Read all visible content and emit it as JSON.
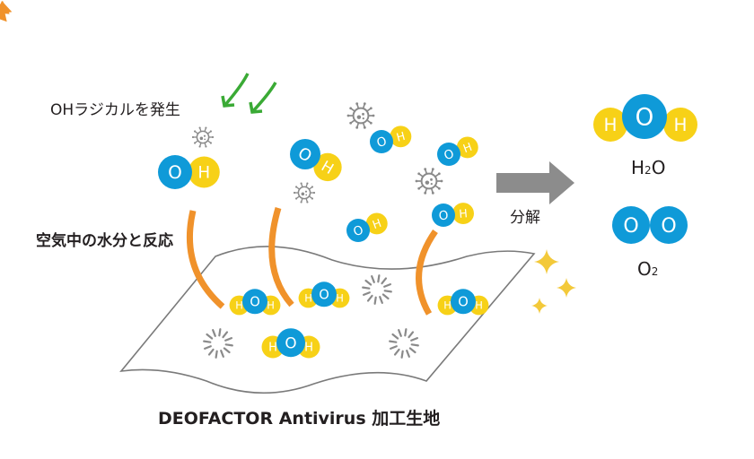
{
  "labels": {
    "oh_radical": "OHラジカルを発生",
    "react_moisture": "空気中の水分と反応",
    "decompose": "分解",
    "fabric": "DEOFACTOR Antivirus 加工生地",
    "h2o_main": "H",
    "h2o_sub": "2",
    "h2o_end": "O",
    "o2_main": "O",
    "o2_sub": "2"
  },
  "atoms": {
    "O": "O",
    "H": "H"
  },
  "colors": {
    "oxygen": "#0f9ad8",
    "hydrogen": "#f7d117",
    "arrow_orange": "#f0922b",
    "arrow_green": "#3aaa35",
    "virus_gray": "#8a8a8a",
    "big_arrow": "#8c8c8c",
    "sparkle": "#f3c93a",
    "text": "#231f20"
  },
  "icons": [
    "virus-icon",
    "sparkle-icon",
    "decompose-arrow-icon",
    "curved-arrow-icon",
    "green-arrow-icon",
    "burst-icon"
  ]
}
